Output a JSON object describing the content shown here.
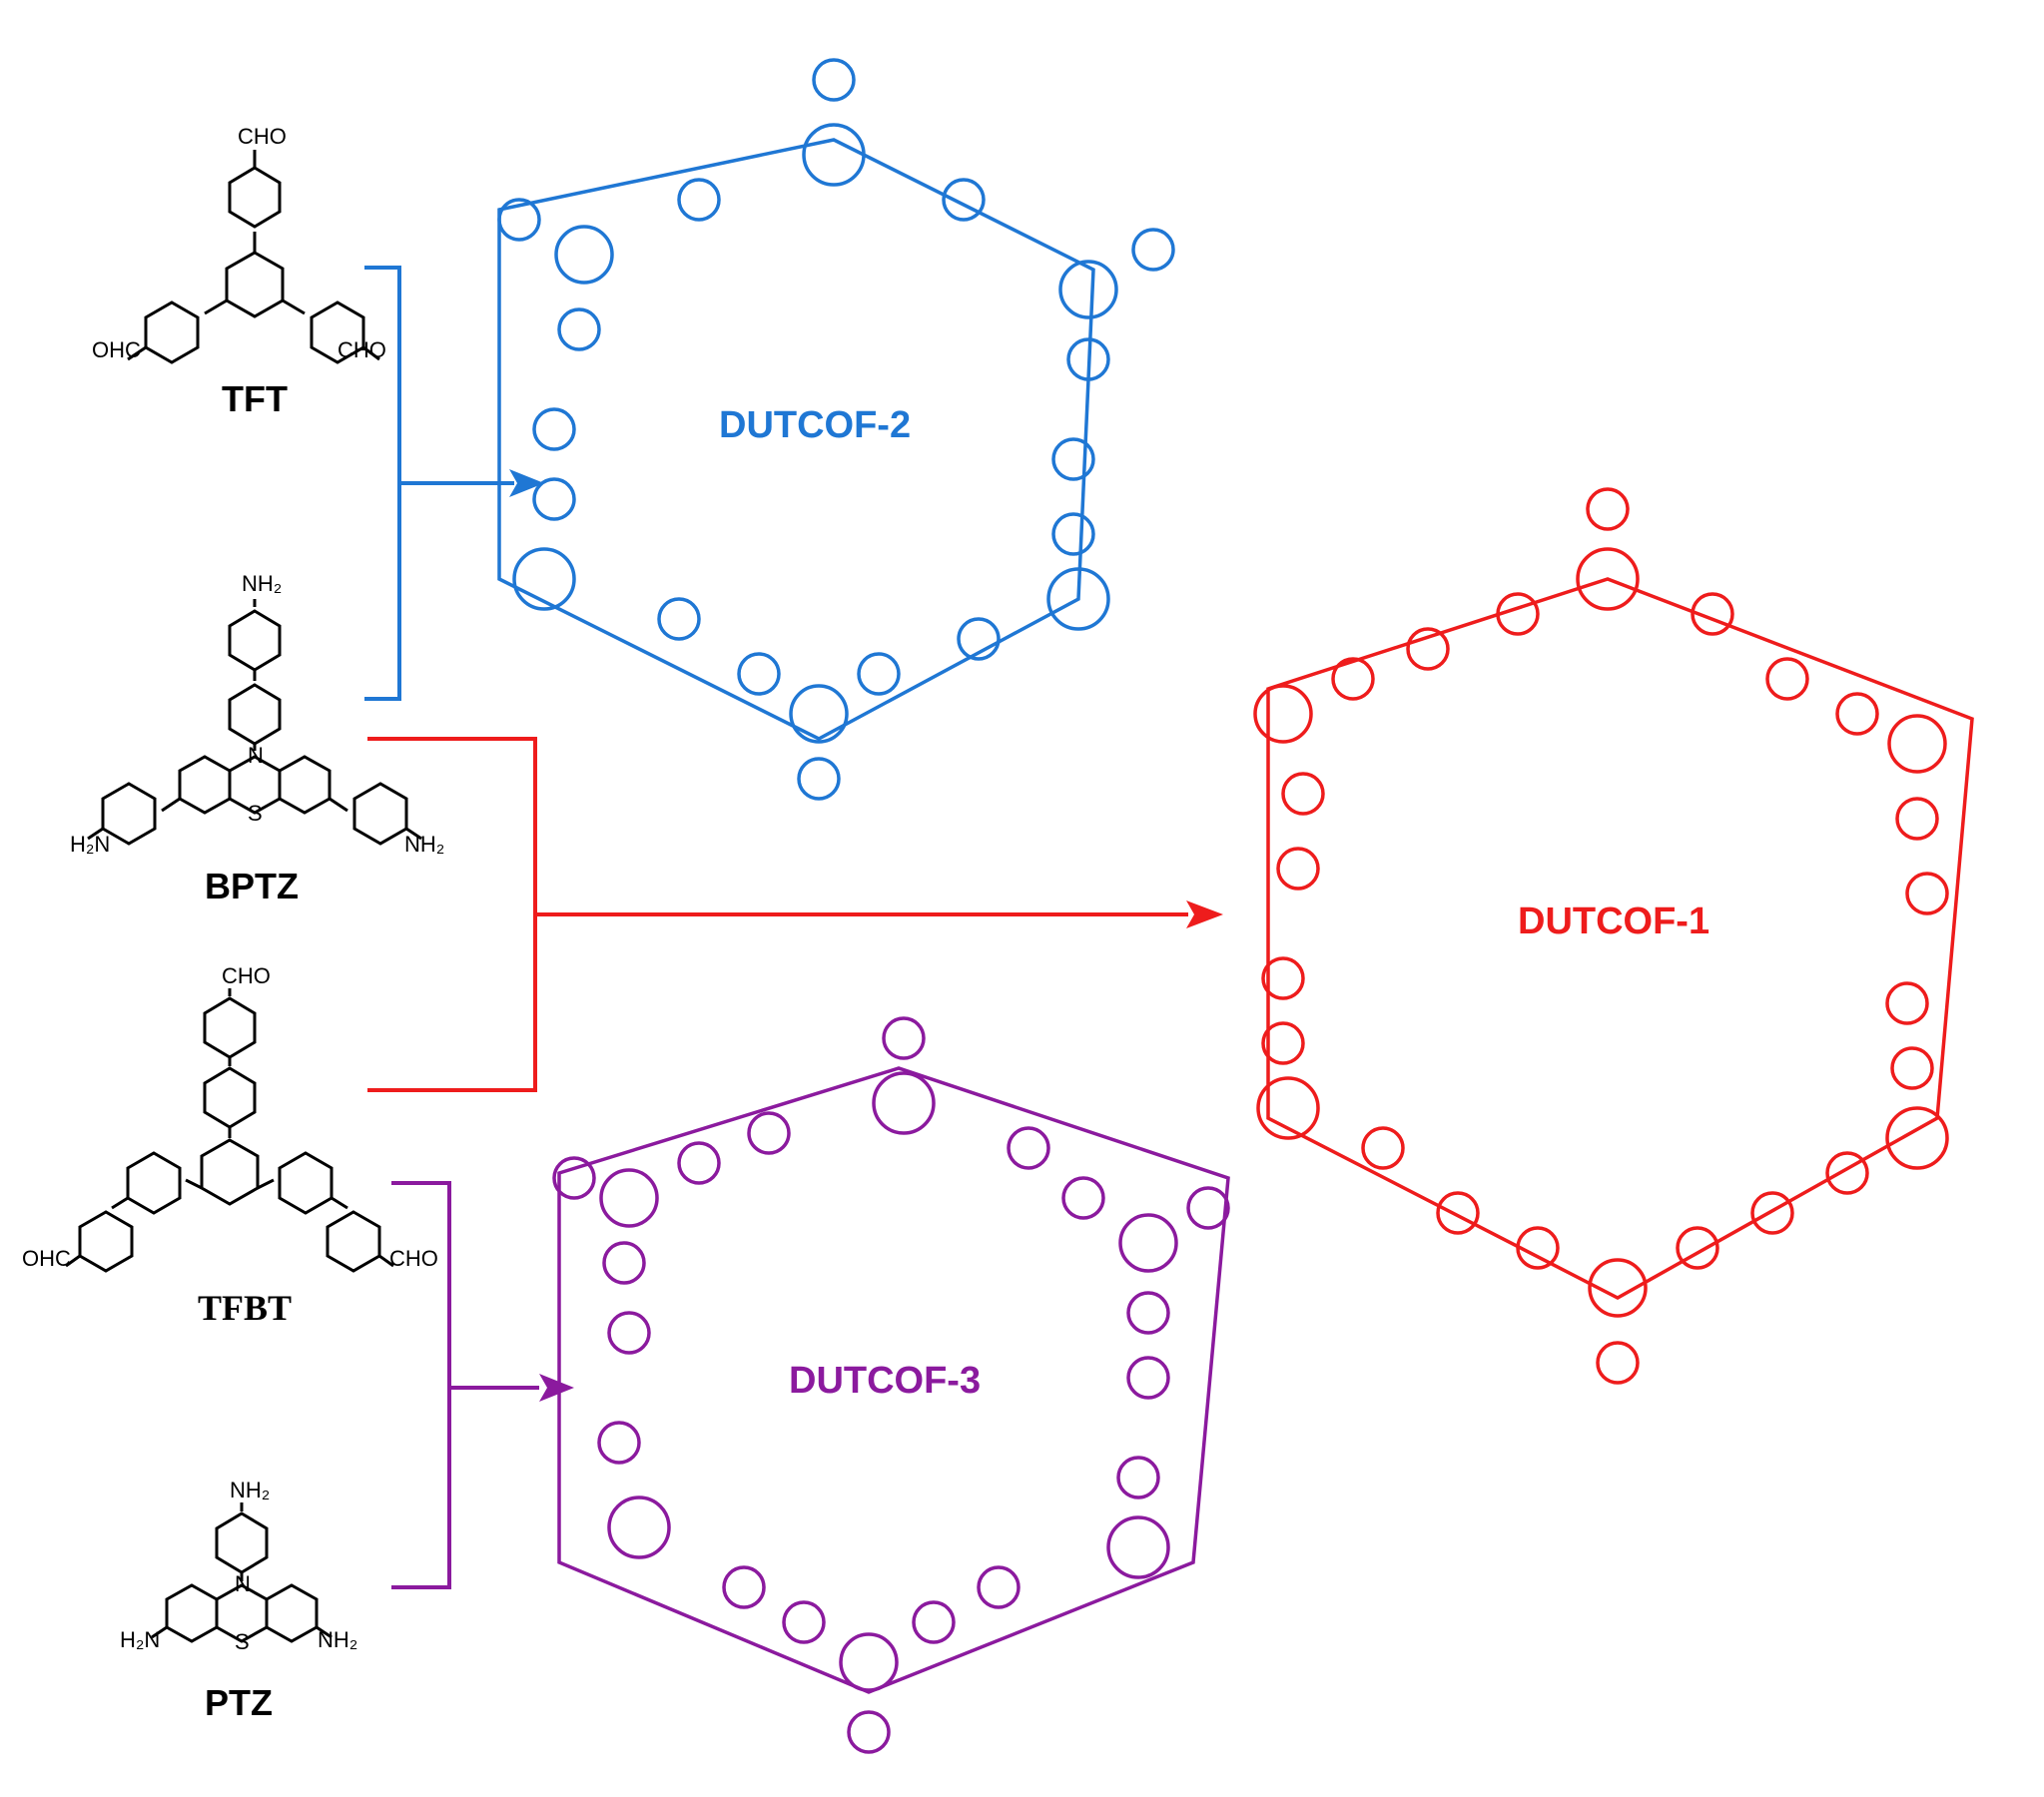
{
  "monomers": {
    "tft": {
      "name": "TFT",
      "groups": [
        "CHO",
        "OHC",
        "CHO"
      ]
    },
    "bptz": {
      "name": "BPTZ",
      "groups": [
        "NH2",
        "H2N",
        "NH2"
      ]
    },
    "tfbt": {
      "name": "TFBT",
      "groups": [
        "CHO",
        "OHC",
        "CHO"
      ]
    },
    "ptz": {
      "name": "PTZ",
      "groups": [
        "NH2",
        "H2N",
        "NH2"
      ]
    }
  },
  "products": {
    "cof2": {
      "name": "DUTCOF-2",
      "color": "#1f77d4"
    },
    "cof1": {
      "name": "DUTCOF-1",
      "color": "#ee1c1c"
    },
    "cof3": {
      "name": "DUTCOF-3",
      "color": "#8b1a9e"
    }
  },
  "atoms": {
    "n": "N",
    "s": "S",
    "nh2": "NH₂",
    "h2n": "H₂N",
    "cho": "CHO",
    "ohc": "OHC"
  },
  "colors": {
    "monomer": "#000000"
  }
}
